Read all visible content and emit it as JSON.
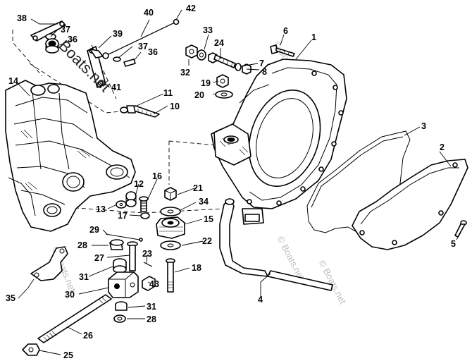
{
  "watermark": {
    "main": "Boats.net",
    "faint": "© Boats.net"
  },
  "callouts": [
    {
      "id": "c1",
      "label": "1"
    },
    {
      "id": "c2",
      "label": "2"
    },
    {
      "id": "c3",
      "label": "3"
    },
    {
      "id": "c4",
      "label": "4"
    },
    {
      "id": "c5",
      "label": "5"
    },
    {
      "id": "c6",
      "label": "6"
    },
    {
      "id": "c7",
      "label": "7"
    },
    {
      "id": "c8",
      "label": "8"
    },
    {
      "id": "c10",
      "label": "10"
    },
    {
      "id": "c11",
      "label": "11"
    },
    {
      "id": "c12",
      "label": "12"
    },
    {
      "id": "c13",
      "label": "13"
    },
    {
      "id": "c14",
      "label": "14"
    },
    {
      "id": "c15",
      "label": "15"
    },
    {
      "id": "c16",
      "label": "16"
    },
    {
      "id": "c17",
      "label": "17"
    },
    {
      "id": "c18",
      "label": "18"
    },
    {
      "id": "c19",
      "label": "19"
    },
    {
      "id": "c20",
      "label": "20"
    },
    {
      "id": "c21",
      "label": "21"
    },
    {
      "id": "c22",
      "label": "22"
    },
    {
      "id": "c23",
      "label": "23"
    },
    {
      "id": "c24",
      "label": "24"
    },
    {
      "id": "c25",
      "label": "25"
    },
    {
      "id": "c26",
      "label": "26"
    },
    {
      "id": "c27",
      "label": "27"
    },
    {
      "id": "c28a",
      "label": "28"
    },
    {
      "id": "c28b",
      "label": "28"
    },
    {
      "id": "c29",
      "label": "29"
    },
    {
      "id": "c30",
      "label": "30"
    },
    {
      "id": "c31a",
      "label": "31"
    },
    {
      "id": "c31b",
      "label": "31"
    },
    {
      "id": "c32",
      "label": "32"
    },
    {
      "id": "c33",
      "label": "33"
    },
    {
      "id": "c34",
      "label": "34"
    },
    {
      "id": "c35",
      "label": "35"
    },
    {
      "id": "c36a",
      "label": "36"
    },
    {
      "id": "c36b",
      "label": "36"
    },
    {
      "id": "c37a",
      "label": "37"
    },
    {
      "id": "c37b",
      "label": "37"
    },
    {
      "id": "c38",
      "label": "38"
    },
    {
      "id": "c39",
      "label": "39"
    },
    {
      "id": "c40",
      "label": "40"
    },
    {
      "id": "c41",
      "label": "41"
    },
    {
      "id": "c42",
      "label": "42"
    },
    {
      "id": "c43",
      "label": "43"
    }
  ]
}
